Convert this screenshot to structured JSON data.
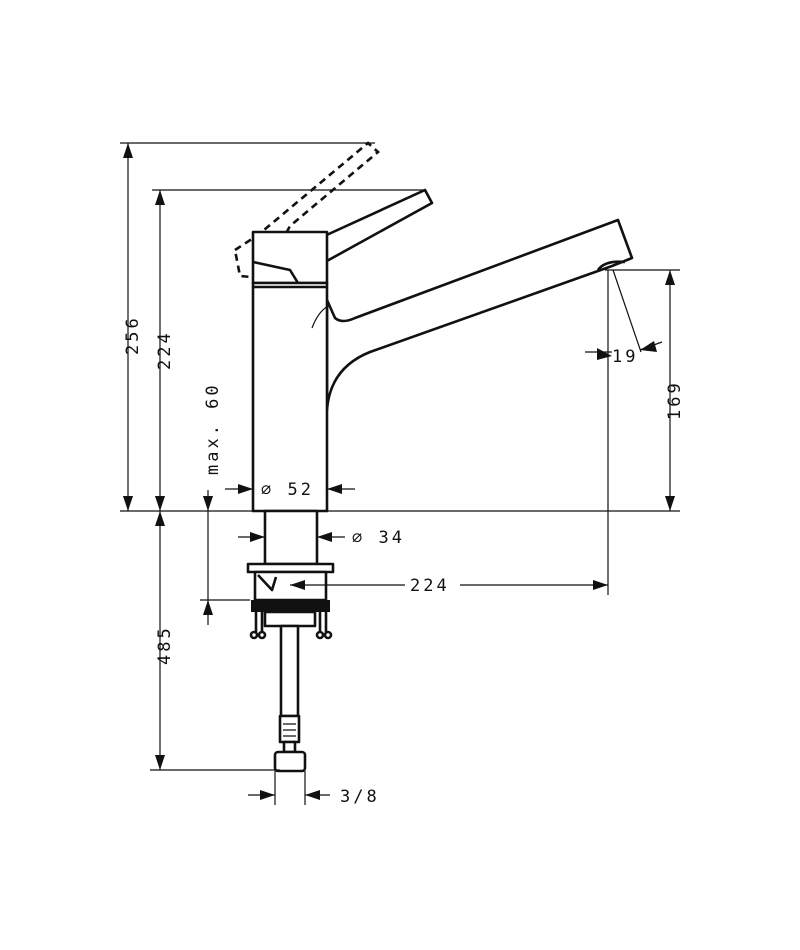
{
  "drawing": {
    "title": "Kitchen mixer dimension drawing",
    "dimensions": {
      "total_height_lever_open": "256",
      "height_to_lever": "224",
      "max_deck_thickness": "max. 60",
      "body_diameter": "∅ 52",
      "shank_diameter": "∅ 34",
      "spout_reach": "224",
      "spout_height": "169",
      "aerator_angle": "19",
      "below_deck_length": "485",
      "connection_thread": "3/8"
    }
  }
}
